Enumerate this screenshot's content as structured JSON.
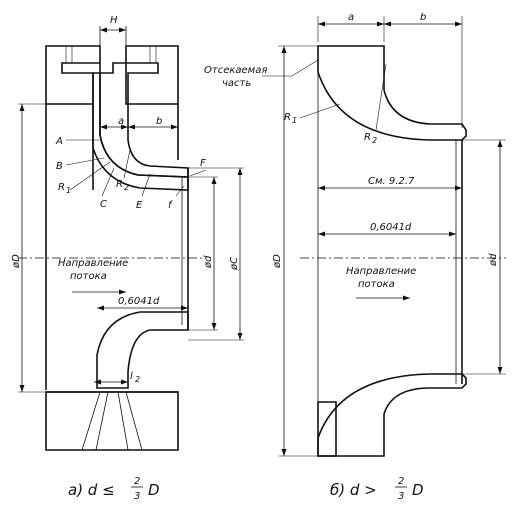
{
  "figure_a": {
    "dim_H": "H",
    "dim_a": "a",
    "dim_b": "b",
    "label_A": "A",
    "label_B": "B",
    "label_C": "C",
    "label_E": "E",
    "label_F": "F",
    "label_f": "f",
    "label_R1": "R",
    "label_R1_sub": "1",
    "label_R2": "R",
    "label_R2_sub": "2",
    "dia_D": "øD",
    "dia_d": "ød",
    "dia_C": "øC",
    "flow_line1": "Направление",
    "flow_line2": "потока",
    "dim_0604": "0,6041d",
    "dim_l2": "l",
    "dim_l2_sub": "2",
    "caption_prefix": "а) d ≤",
    "caption_num": "2",
    "caption_den": "3",
    "caption_suffix": "D"
  },
  "figure_b": {
    "dim_a": "a",
    "dim_b": "b",
    "cut_line1": "Отсекаемая",
    "cut_line2": "часть",
    "label_R1": "R",
    "label_R1_sub": "1",
    "label_R2": "R",
    "label_R2_sub": "2",
    "see_ref": "См. 9.2.7",
    "dim_0604": "0,6041d",
    "dia_D": "øD",
    "dia_d": "ød",
    "flow_line1": "Направление",
    "flow_line2": "потока",
    "caption_prefix": "б) d >",
    "caption_num": "2",
    "caption_den": "3",
    "caption_suffix": "D"
  }
}
